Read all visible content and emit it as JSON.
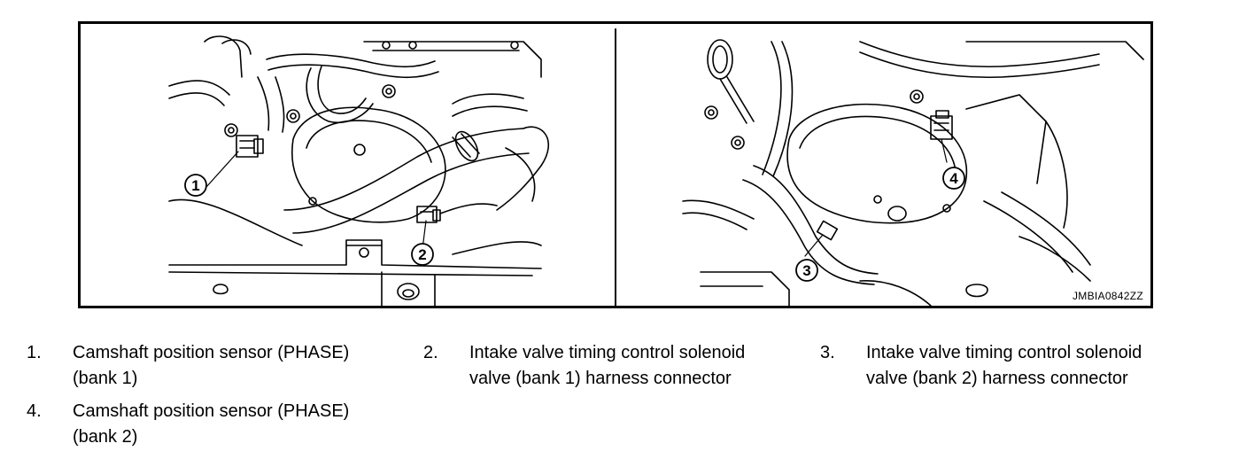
{
  "figure": {
    "id": "JMBIA0842ZZ",
    "callouts": [
      "1",
      "2",
      "3",
      "4"
    ]
  },
  "legend": [
    {
      "num": "1.",
      "text": "Camshaft position sensor (PHASE)\n(bank 1)"
    },
    {
      "num": "2.",
      "text": "Intake valve timing control solenoid\nvalve (bank 1) harness connector"
    },
    {
      "num": "3.",
      "text": "Intake valve timing control solenoid\nvalve (bank 2) harness connector"
    },
    {
      "num": "4.",
      "text": "Camshaft position sensor (PHASE)\n(bank 2)"
    }
  ]
}
